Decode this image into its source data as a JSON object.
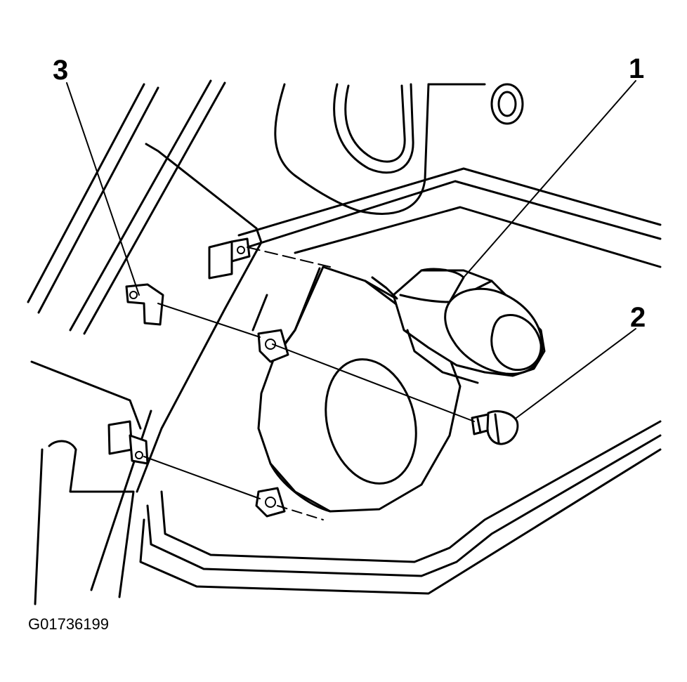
{
  "callouts": [
    {
      "id": "1",
      "label": "1"
    },
    {
      "id": "2",
      "label": "2"
    },
    {
      "id": "3",
      "label": "3"
    }
  ],
  "figure_id": "G01736199",
  "colors": {
    "ink": "#000000",
    "paper": "#ffffff"
  }
}
